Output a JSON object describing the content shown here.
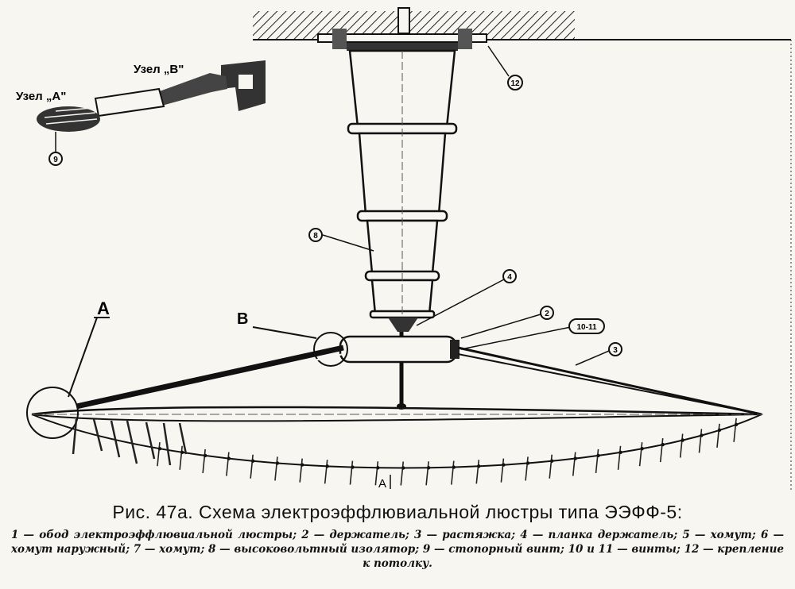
{
  "labels": {
    "node_a": "Узел „A\"",
    "node_b": "Узел „В\"",
    "section_a_top": "A",
    "section_b": "В",
    "section_a_bottom": "A"
  },
  "callouts": {
    "n12": "12",
    "n9": "9",
    "n8": "8",
    "n4": "4",
    "n2": "2",
    "n10_11": "10-11",
    "n3": "3"
  },
  "caption": {
    "title": "Рис. 47а. Схема электроэффлювиальной люстры типа ЭЭФФ-5:",
    "legend": "1 — обод электроэффлювиальной люстры; 2 — держатель; 3 — растяжка; 4 — планка держатель; 5 — хомут; 6 — хомут наружный; 7 — хомут; 8 — высоковольтный изолятор; 9 — стопорный винт; 10 и 11 — винты; 12 — крепление к потолку."
  }
}
